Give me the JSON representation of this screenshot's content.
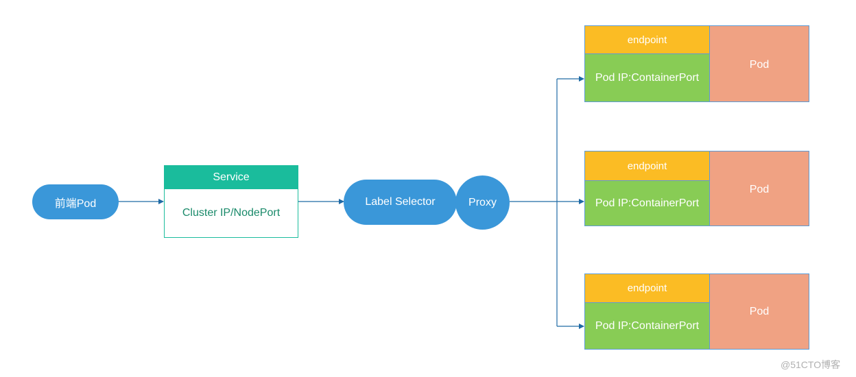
{
  "frontend": {
    "label": "前端Pod"
  },
  "service": {
    "title": "Service",
    "body": "Cluster IP/NodePort"
  },
  "label_selector": {
    "label": "Label Selector"
  },
  "proxy": {
    "label": "Proxy"
  },
  "targets": [
    {
      "endpoint": "endpoint",
      "address": "Pod IP:ContainerPort",
      "pod": "Pod"
    },
    {
      "endpoint": "endpoint",
      "address": "Pod IP:ContainerPort",
      "pod": "Pod"
    },
    {
      "endpoint": "endpoint",
      "address": "Pod IP:ContainerPort",
      "pod": "Pod"
    }
  ],
  "watermark": "@51CTO博客",
  "colors": {
    "pill": "#3a97d9",
    "service_header": "#1abc9c",
    "service_text": "#1a8a6a",
    "endpoint": "#fbbc24",
    "address": "#88cc55",
    "pod": "#f0a283",
    "wire": "#1f6aa5"
  }
}
